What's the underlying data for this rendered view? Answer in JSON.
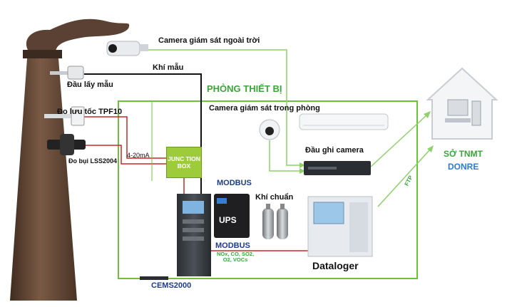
{
  "room_title": "PHÒNG THIẾT BỊ",
  "labels": {
    "camera_outdoor": "Camera giám sát ngoài trời",
    "sample_gas": "Khí mẫu",
    "probe": "Đầu lấy mẫu",
    "flow_meter": "Đo lưu tốc TPF10",
    "dust_meter": "Đo bụi LSS2004",
    "current": "4-20mA",
    "junction_box": "JUNC TION BOX",
    "camera_indoor": "Camera giám sát trong phòng",
    "nvr": "Đầu ghi camera",
    "modbus_1": "MODBUS",
    "modbus_2": "MODBUS",
    "cal_gas": "Khí chuẩn",
    "ups": "UPS",
    "gases": "NOx, CO, SO2, O2, VOCs",
    "datalogger": "Dataloger",
    "cems": "CEMS2000",
    "ftp": "FTP",
    "agency": "SỞ TNMT",
    "agency_en": "DONRE"
  },
  "colors": {
    "room_border": "#6fbf3f",
    "signal_line": "#c62828",
    "sample_line": "#111111",
    "network_line": "#8ed06a",
    "chimney": "#6b4d3a",
    "smoke": "#5b4133"
  }
}
